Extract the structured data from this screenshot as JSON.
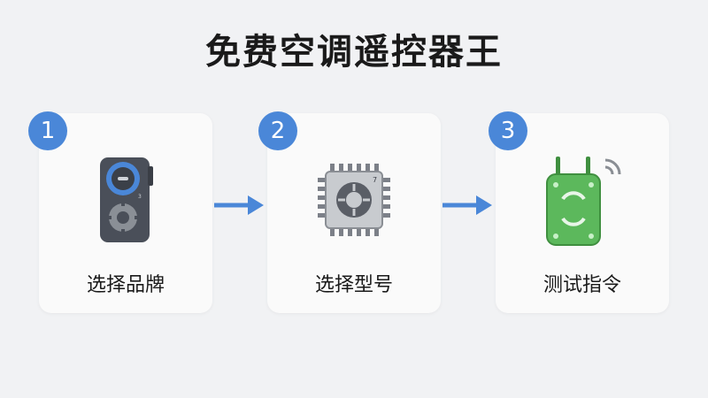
{
  "app": {
    "title": "免费空调遥控器王"
  },
  "steps": [
    {
      "number": "1",
      "label": "选择品牌",
      "icon": "remote-control-icon"
    },
    {
      "number": "2",
      "label": "选择型号",
      "icon": "chip-icon"
    },
    {
      "number": "3",
      "label": "测试指令",
      "icon": "green-device-signal-icon"
    }
  ],
  "colors": {
    "accent": "#4a87d8",
    "background": "#f1f2f4",
    "card": "#fafafa",
    "device_green": "#5cb85c"
  }
}
